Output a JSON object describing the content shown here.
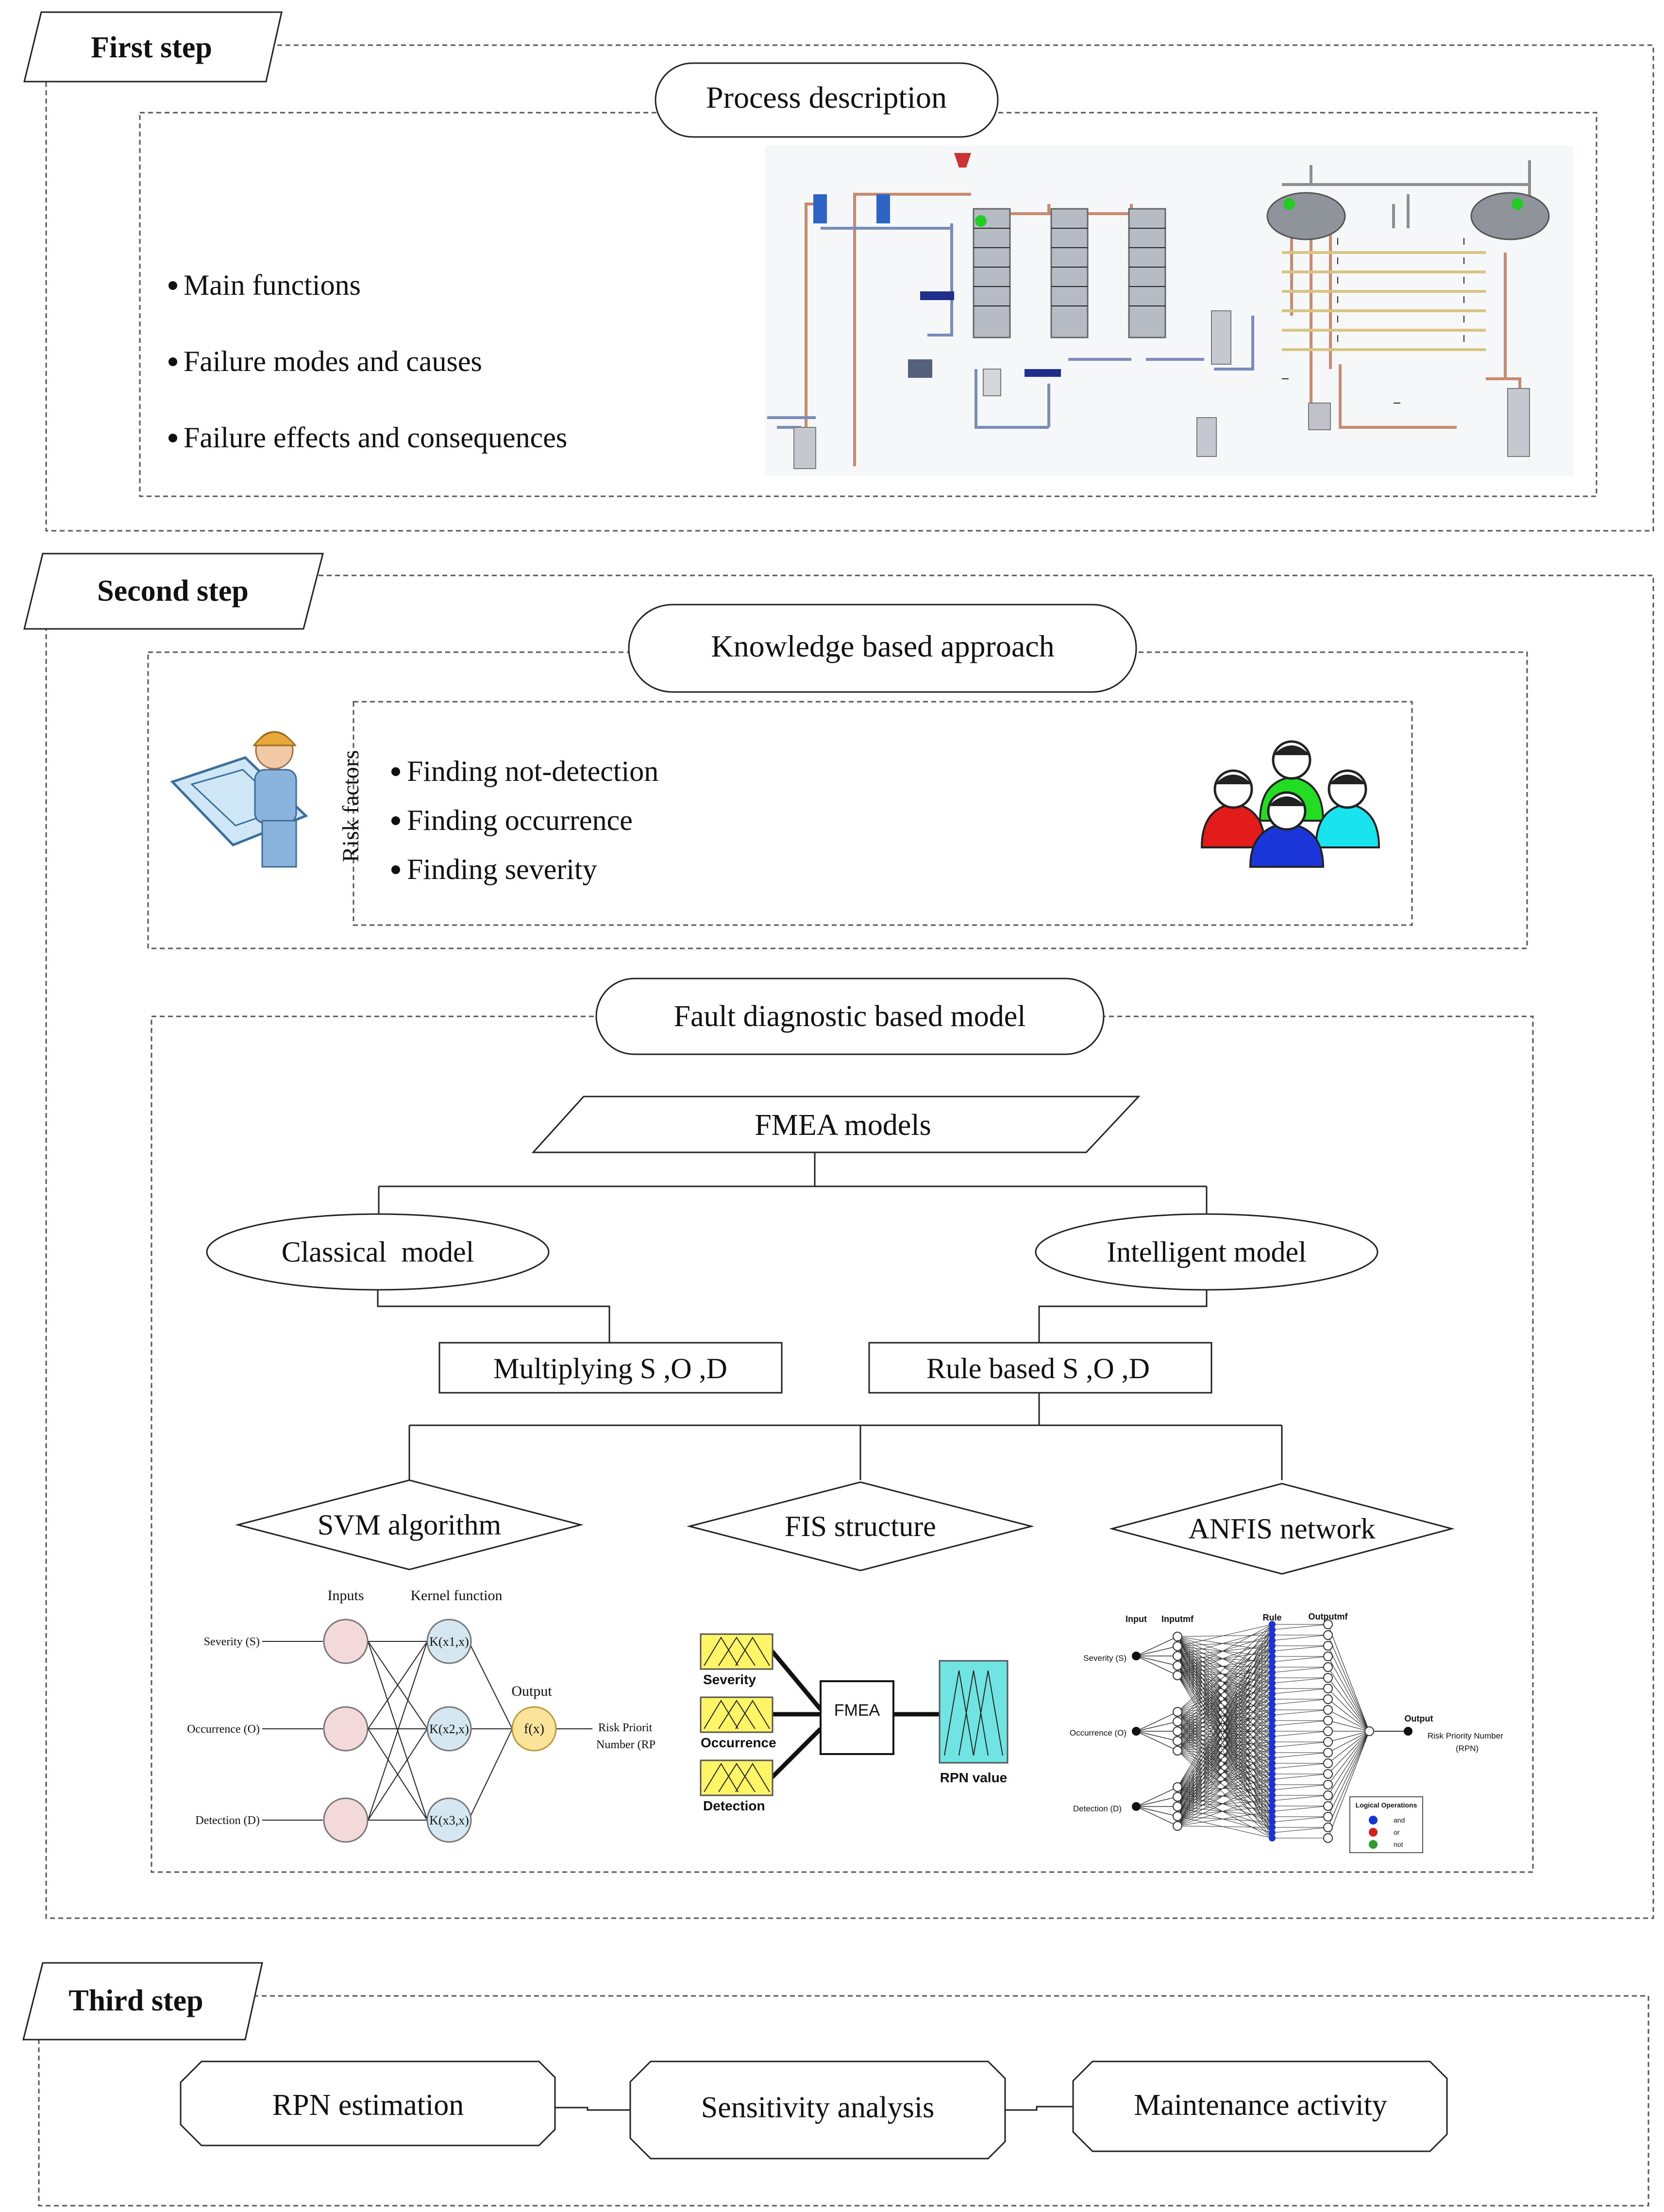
{
  "steps": {
    "first": {
      "label": "First step",
      "process_title": "Process description",
      "bullets": [
        "Main functions",
        "Failure modes and causes",
        "Failure effects and consequences"
      ]
    },
    "second": {
      "label": "Second step",
      "knowledge_title": "Knowledge based approach",
      "risk_label": "Risk factors",
      "risk_items": [
        "Finding not-detection",
        "Finding occurrence",
        "Finding severity"
      ],
      "fault_title": "Fault diagnostic based model",
      "fmea": "FMEA models",
      "classical": "Classical  model",
      "intelligent": "Intelligent model",
      "multiplying": "Multiplying S ,O ,D",
      "rule_based": "Rule based S ,O ,D",
      "svm": "SVM algorithm",
      "fis": "FIS structure",
      "anfis": "ANFIS network"
    },
    "third": {
      "label": "Third step",
      "rpn": "RPN estimation",
      "sensitivity": "Sensitivity analysis",
      "maintenance": "Maintenance activity"
    }
  },
  "svm_diagram": {
    "inputs_label": "Inputs",
    "kernel_label": "Kernel function",
    "output_label": "Output",
    "inputs": [
      "Severity (S)",
      "Occurrence (O)",
      "Detection (D)"
    ],
    "kernels": [
      "K(x1,x)",
      "K(x2,x)",
      "K(x3,x)"
    ],
    "output_node": "f(x)",
    "output_lines": [
      "Risk Priorit",
      "Number (RP"
    ]
  },
  "fis_diagram": {
    "inputs": [
      "Severity",
      "Occurrence",
      "Detection"
    ],
    "center": "FMEA",
    "output": "RPN value"
  },
  "anfis_diagram": {
    "col_labels": [
      "Input",
      "Inputmf",
      "Rule",
      "Outputmf"
    ],
    "inputs": [
      "Severity (S)",
      "Occurrence (O)",
      "Detection (D)"
    ],
    "output_label": "Output",
    "output_lines": [
      "Risk Priority Number",
      "(RPN)"
    ],
    "legend_title": "Logical Operations",
    "legend_items": [
      "and",
      "or",
      "not"
    ]
  },
  "colors": {
    "svm_input_node": "#f3d9d9",
    "svm_kernel_node": "#d5e8f2",
    "svm_output_node": "#fbe49a",
    "fis_mf_box": "#fff566",
    "fis_output_box": "#6fe4e2",
    "anfis_rule_node": "#1a33d6",
    "person_green": "#22dd22",
    "person_red": "#e31b1b",
    "person_blue": "#1b36d9",
    "person_cyan": "#19e4ee",
    "worker_helmet": "#e8a93a",
    "worker_shirt": "#8ab4de"
  }
}
